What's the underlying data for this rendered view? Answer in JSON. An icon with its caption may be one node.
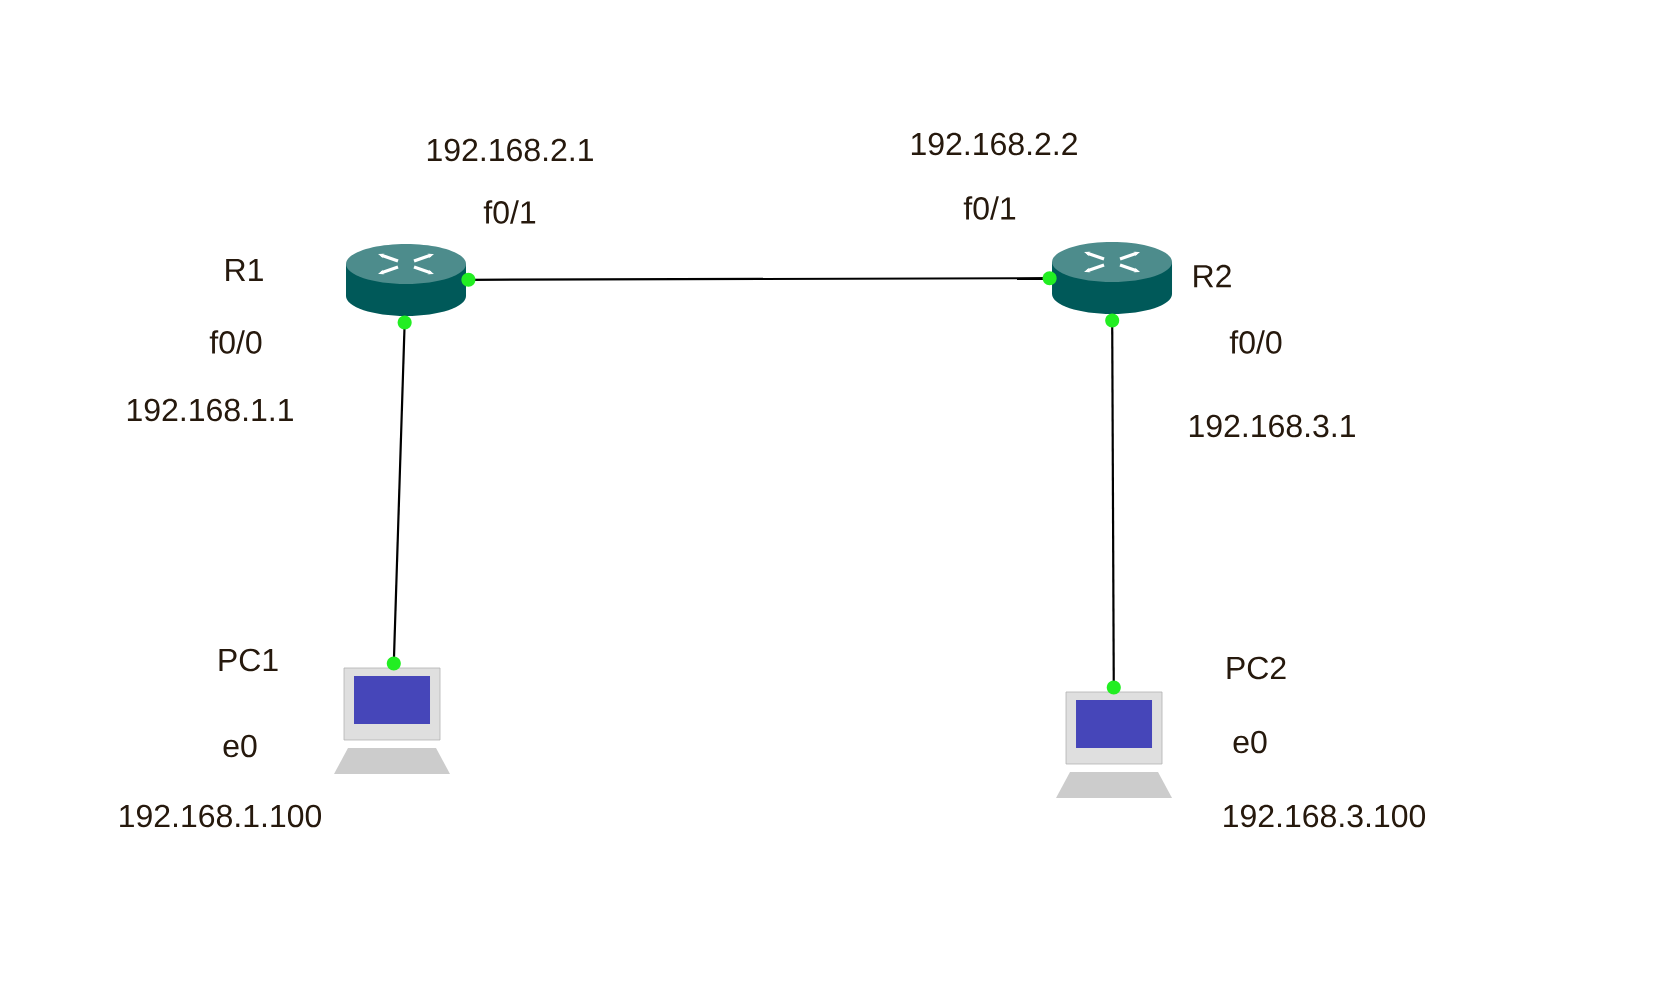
{
  "diagram": {
    "nodes": [
      {
        "text": [],
        "shape": "router",
        "beside": [
          "R1"
        ]
      },
      {
        "text": [],
        "shape": "router",
        "beside": [
          "R2"
        ]
      },
      {
        "text": [],
        "shape": "computer",
        "beside": [
          "PC1"
        ]
      },
      {
        "text": [],
        "shape": "computer",
        "beside": [
          "PC2"
        ]
      }
    ],
    "edges": [
      {
        "from": 0,
        "to": 1,
        "arrow": "other"
      },
      {
        "from": 0,
        "to": 2,
        "arrow": "other"
      },
      {
        "from": 1,
        "to": 3,
        "arrow": "other"
      }
    ],
    "labels": [
      "192.168.2.1",
      "f0/1",
      "192.168.2.2",
      "f0/1",
      "f0/0",
      "192.168.1.1",
      "f0/0",
      "192.168.3.1",
      "e0",
      "192.168.1.100",
      "e0",
      "192.168.3.100"
    ]
  }
}
